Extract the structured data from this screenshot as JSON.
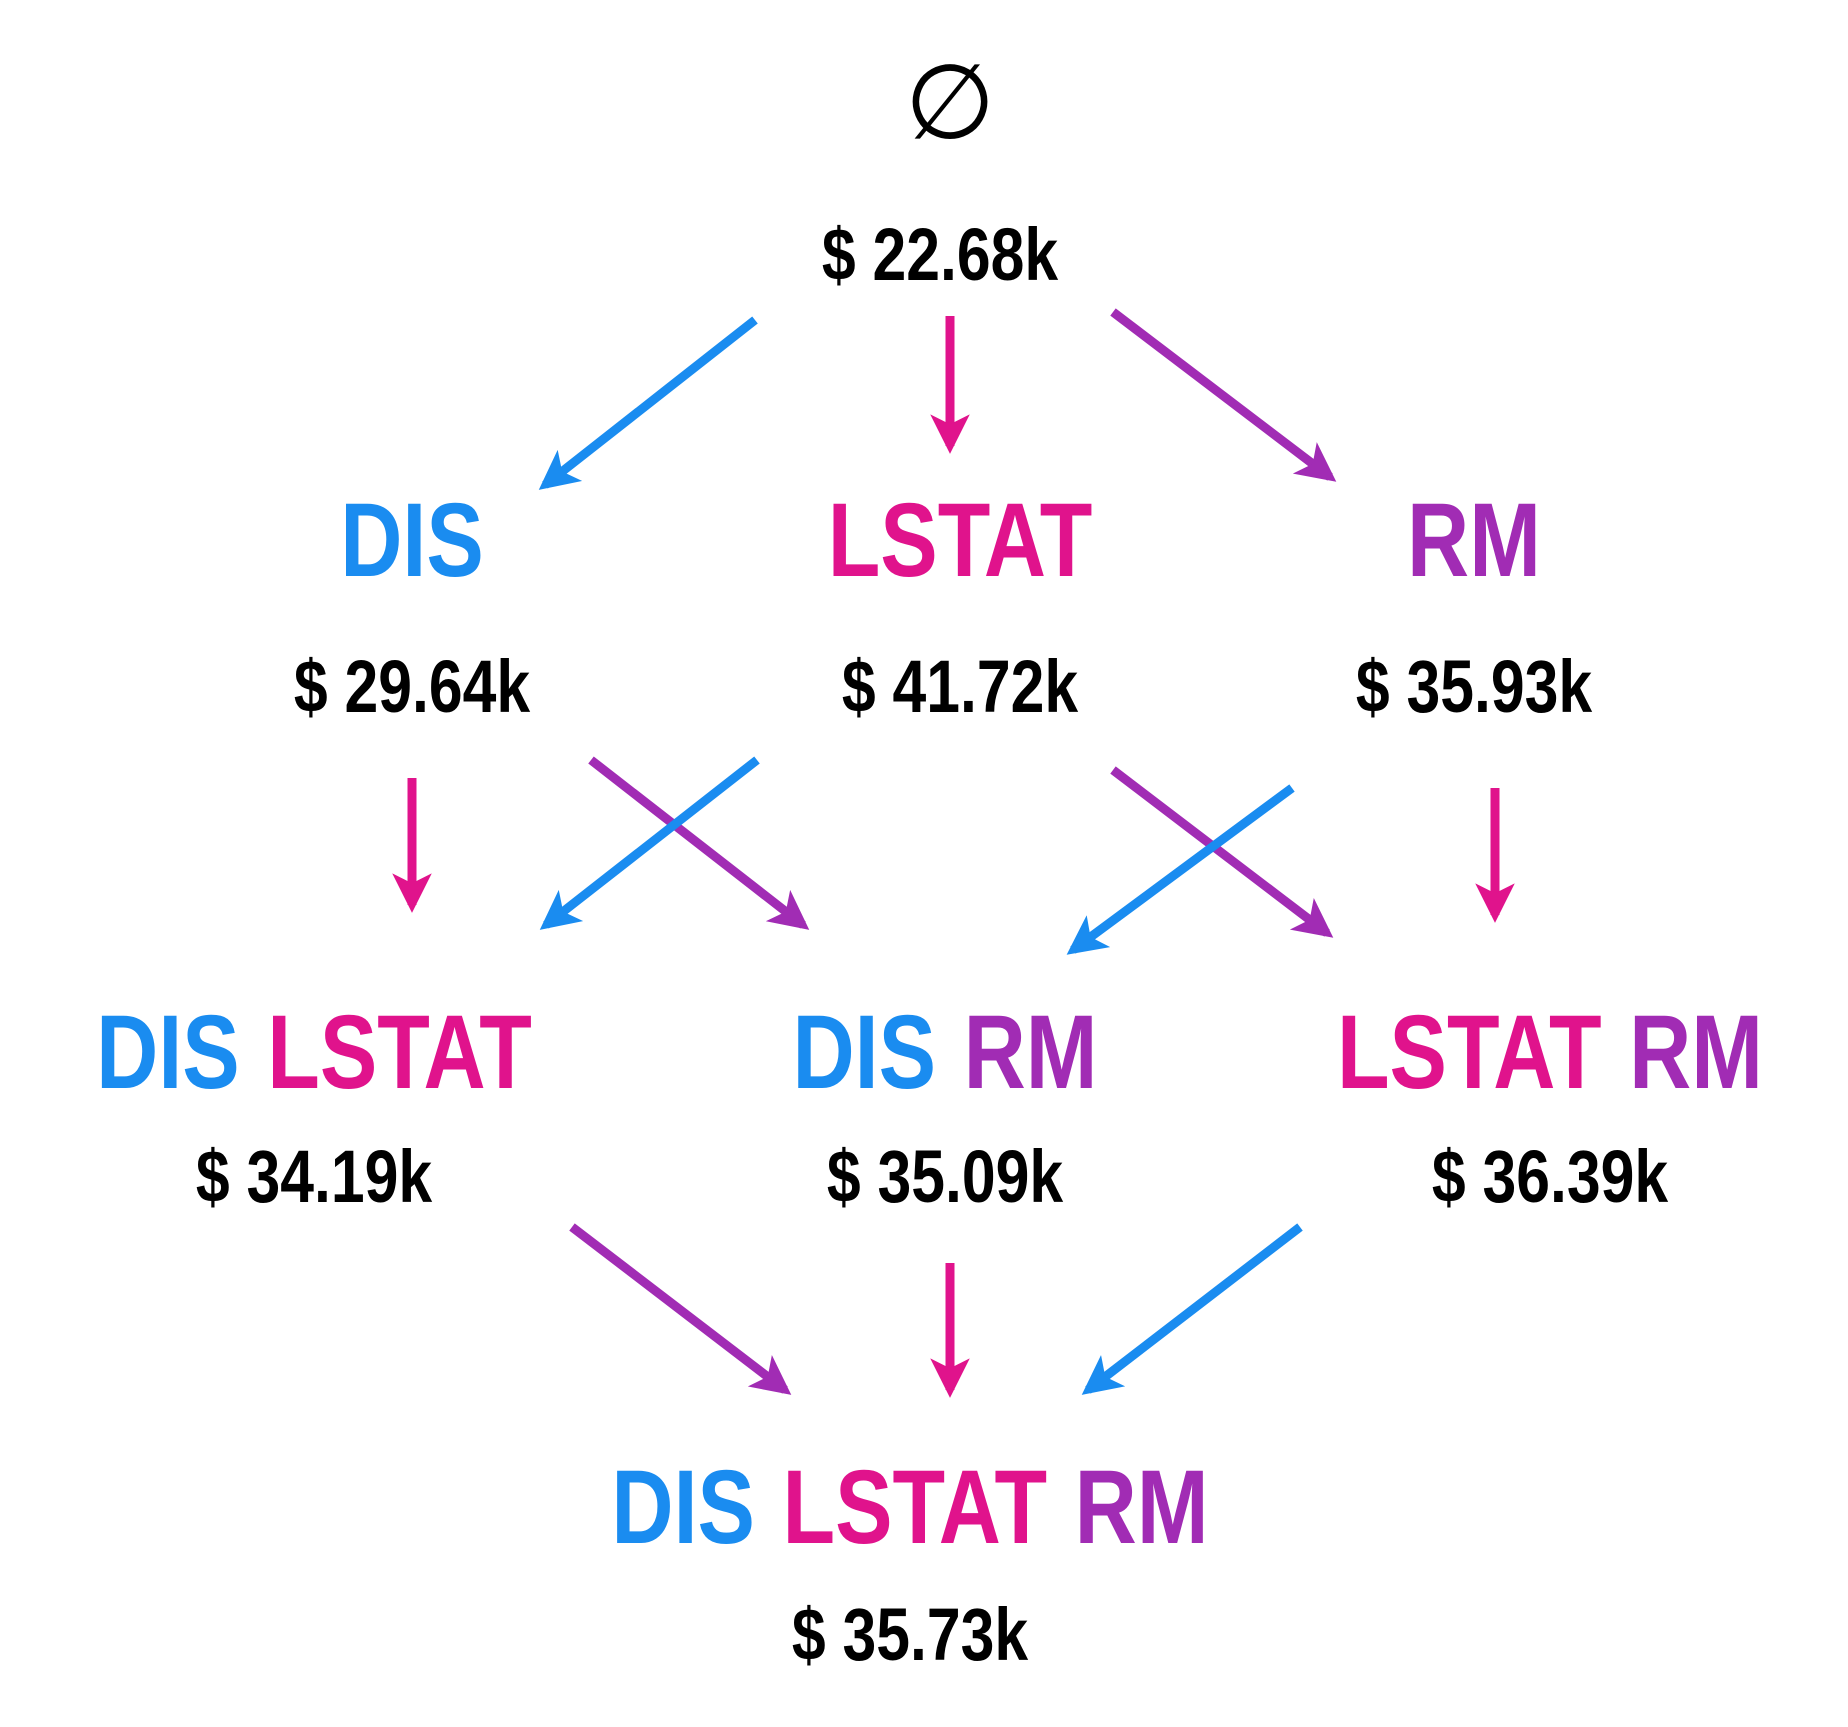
{
  "colors": {
    "DIS": "#1a8cf0",
    "LSTAT": "#e0138c",
    "RM": "#a12cb4"
  },
  "root": {
    "symbol": "∅",
    "value": "$ 22.68k"
  },
  "nodes": [
    {
      "id": "dis",
      "vars": [
        "DIS"
      ],
      "value": "$ 29.64k"
    },
    {
      "id": "lstat",
      "vars": [
        "LSTAT"
      ],
      "value": "$ 41.72k"
    },
    {
      "id": "rm",
      "vars": [
        "RM"
      ],
      "value": "$ 35.93k"
    },
    {
      "id": "dis_lstat",
      "vars": [
        "DIS",
        "LSTAT"
      ],
      "value": "$ 34.19k"
    },
    {
      "id": "dis_rm",
      "vars": [
        "DIS",
        "RM"
      ],
      "value": "$ 35.09k"
    },
    {
      "id": "lstat_rm",
      "vars": [
        "LSTAT",
        "RM"
      ],
      "value": "$ 36.39k"
    },
    {
      "id": "all",
      "vars": [
        "DIS",
        "LSTAT",
        "RM"
      ],
      "value": "$ 35.73k"
    }
  ],
  "edges": [
    {
      "from": "root",
      "to": "dis",
      "adds": "DIS"
    },
    {
      "from": "root",
      "to": "lstat",
      "adds": "LSTAT"
    },
    {
      "from": "root",
      "to": "rm",
      "adds": "RM"
    },
    {
      "from": "dis",
      "to": "dis_lstat",
      "adds": "LSTAT"
    },
    {
      "from": "dis",
      "to": "dis_rm",
      "adds": "RM"
    },
    {
      "from": "lstat",
      "to": "dis_lstat",
      "adds": "DIS"
    },
    {
      "from": "lstat",
      "to": "lstat_rm",
      "adds": "RM"
    },
    {
      "from": "rm",
      "to": "dis_rm",
      "adds": "DIS"
    },
    {
      "from": "rm",
      "to": "lstat_rm",
      "adds": "LSTAT"
    },
    {
      "from": "dis_lstat",
      "to": "all",
      "adds": "RM"
    },
    {
      "from": "dis_rm",
      "to": "all",
      "adds": "LSTAT"
    },
    {
      "from": "lstat_rm",
      "to": "all",
      "adds": "DIS"
    }
  ]
}
